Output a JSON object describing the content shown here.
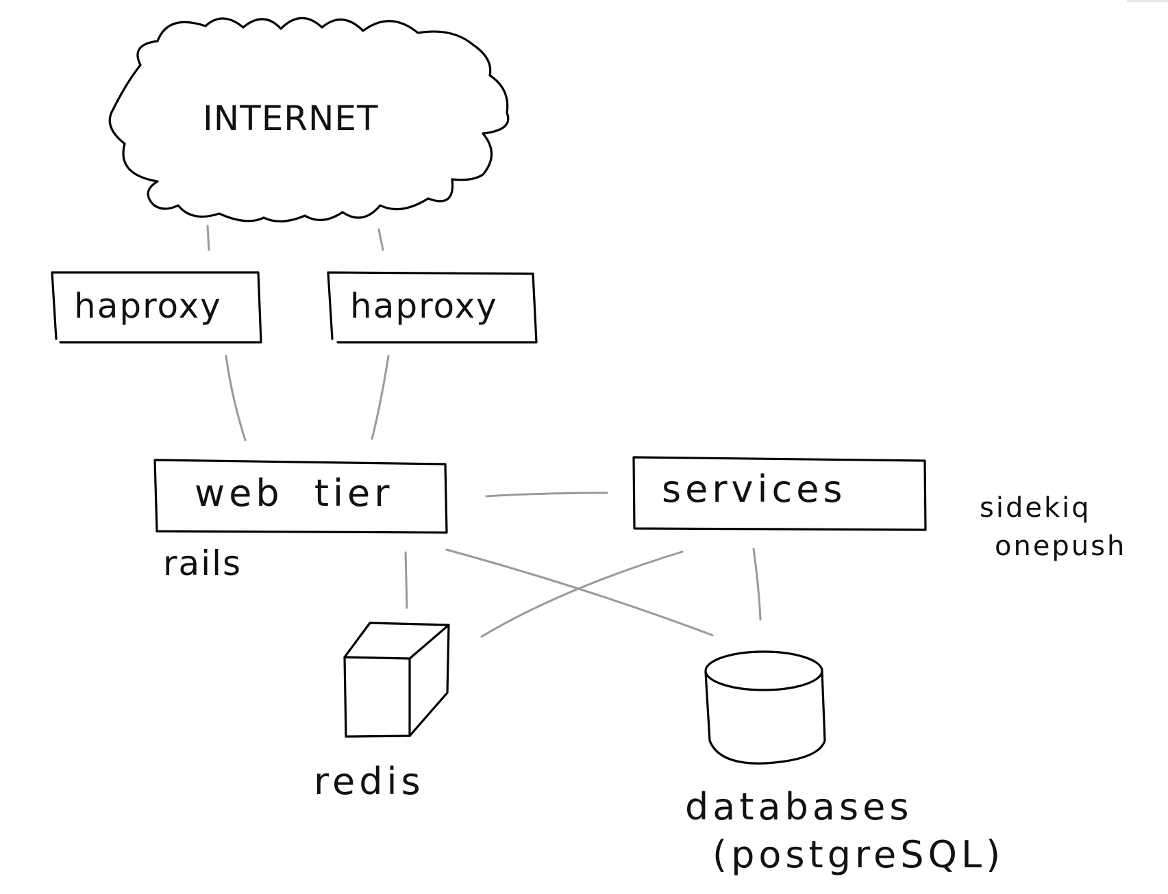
{
  "diagram": {
    "cloud_label": "INTERNET",
    "nodes": {
      "haproxy_1": "haproxy",
      "haproxy_2": "haproxy",
      "web_tier": "web tier",
      "services": "services",
      "redis": "redis",
      "databases": "databases",
      "databases_sub": "(postgreSQL)"
    },
    "notes": {
      "web_tier": "rails",
      "services_line1": "sidekiq",
      "services_line2": "onepush"
    },
    "connections": [
      [
        "INTERNET",
        "haproxy"
      ],
      [
        "INTERNET",
        "haproxy"
      ],
      [
        "haproxy",
        "web tier"
      ],
      [
        "haproxy",
        "web tier"
      ],
      [
        "web tier",
        "services"
      ],
      [
        "web tier",
        "redis"
      ],
      [
        "web tier",
        "databases"
      ],
      [
        "services",
        "redis"
      ],
      [
        "services",
        "databases"
      ]
    ],
    "colors": {
      "ink": "#000000",
      "connector": "#9a9a9a",
      "background": "#ffffff"
    }
  }
}
